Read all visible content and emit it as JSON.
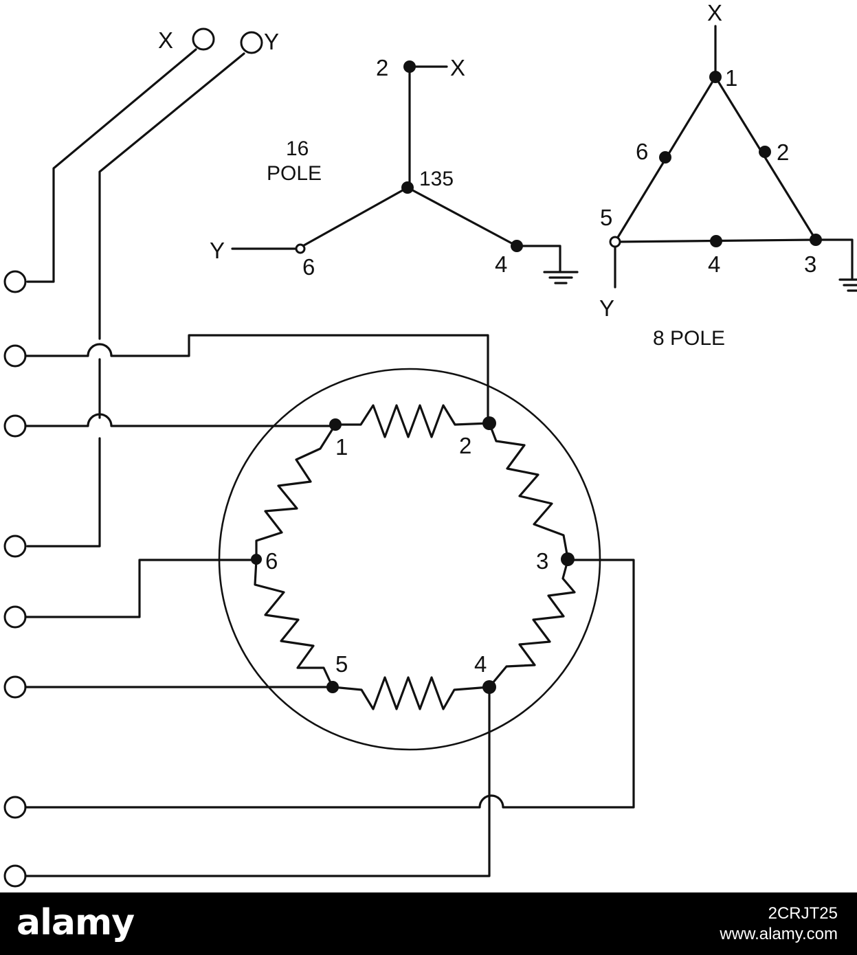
{
  "switch_labels": {
    "x": "X",
    "y": "Y"
  },
  "wye_16_pole": {
    "title_line1": "16",
    "title_line2": "POLE",
    "node_2": "2",
    "node_2_line": "X",
    "center": "135",
    "node_6": "6",
    "node_6_line": "Y",
    "node_4": "4"
  },
  "delta_8_pole": {
    "top_line": "X",
    "node_1": "1",
    "node_2": "2",
    "node_3": "3",
    "node_4": "4",
    "node_5": "5",
    "node_6": "6",
    "bottom_line": "Y",
    "title": "8 POLE"
  },
  "stator_terminals": {
    "t1": "1",
    "t2": "2",
    "t3": "3",
    "t4": "4",
    "t5": "5",
    "t6": "6"
  },
  "watermark": {
    "brand": "alamy",
    "image_id": "2CRJT25",
    "url": "www.alamy.com"
  }
}
